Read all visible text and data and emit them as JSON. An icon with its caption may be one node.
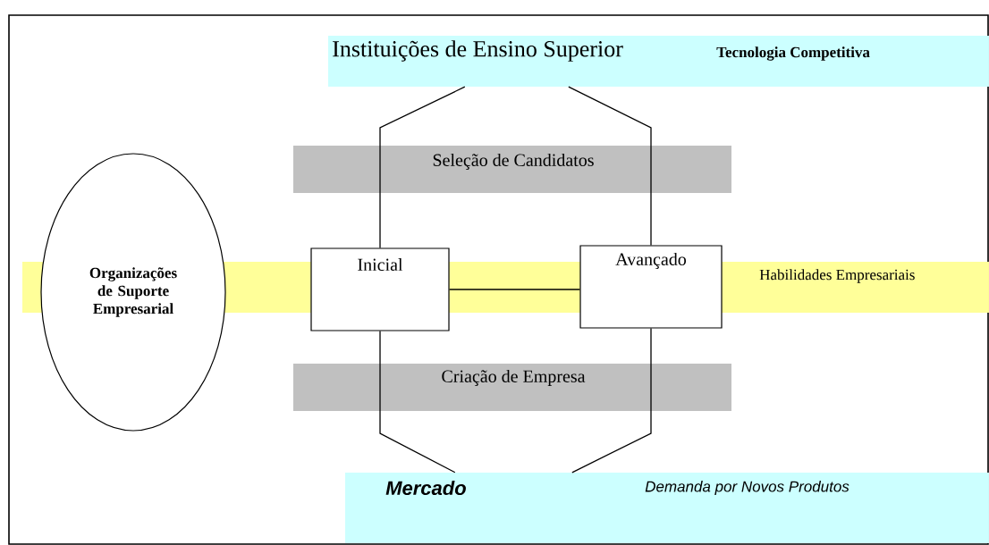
{
  "diagram": {
    "nodes": [
      {
        "text": [
          "Instituições de Ensino Superior",
          "Tecnologia Competitiva"
        ]
      },
      {
        "text": [
          "Seleção de Candidatos"
        ]
      },
      {
        "text": [
          "Organizações de Suporte Empresarial"
        ]
      },
      {
        "text": [
          "Habilidades Empresariais"
        ]
      },
      {
        "text": [
          "Inicial"
        ]
      },
      {
        "text": [
          "Avançado"
        ]
      },
      {
        "text": [
          "Criação de Empresa"
        ]
      },
      {
        "text": [
          "Mercado",
          "Demanda por Novos Produtos"
        ]
      }
    ],
    "edges": [
      {
        "from": 0,
        "to": 4,
        "arrow": "none"
      },
      {
        "from": 0,
        "to": 5,
        "arrow": "none"
      },
      {
        "from": 4,
        "to": 5,
        "arrow": "none"
      },
      {
        "from": 4,
        "to": 7,
        "arrow": "none"
      },
      {
        "from": 5,
        "to": 7,
        "arrow": "none"
      }
    ]
  }
}
